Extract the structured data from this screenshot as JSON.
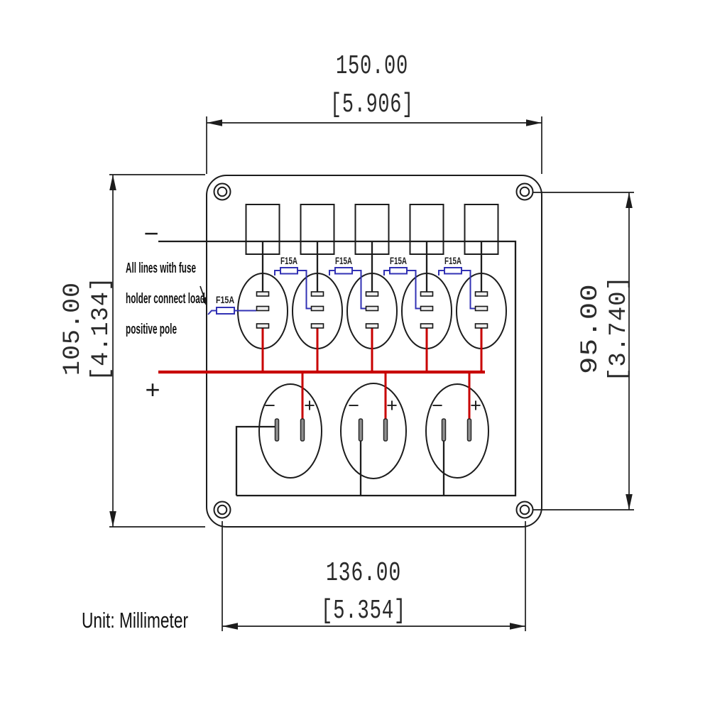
{
  "unit_note": "Unit: Millimeter",
  "annotation": {
    "line1": "All lines with fuse",
    "line2": "holder connect load",
    "line3": "positive pole"
  },
  "dimensions": {
    "width_top": {
      "mm": "150.00",
      "inch": "[5.906]"
    },
    "height_left": {
      "mm": "105.00",
      "inch": "[4.134]"
    },
    "height_right": {
      "mm": "95.00",
      "inch": "[3.740]"
    },
    "width_bottom": {
      "mm": "136.00",
      "inch": "[5.354]"
    }
  },
  "fuse_labels": [
    "F15A",
    "F15A",
    "F15A",
    "F15A",
    "F15A"
  ],
  "polarity": {
    "minus": "−",
    "plus": "+"
  },
  "colors": {
    "line": "#1c1c1c",
    "positive_wire": "#c80000",
    "fuse_wire": "#3232b4",
    "fuse_label": "#2828c8",
    "positive_sign": "#b02020"
  }
}
